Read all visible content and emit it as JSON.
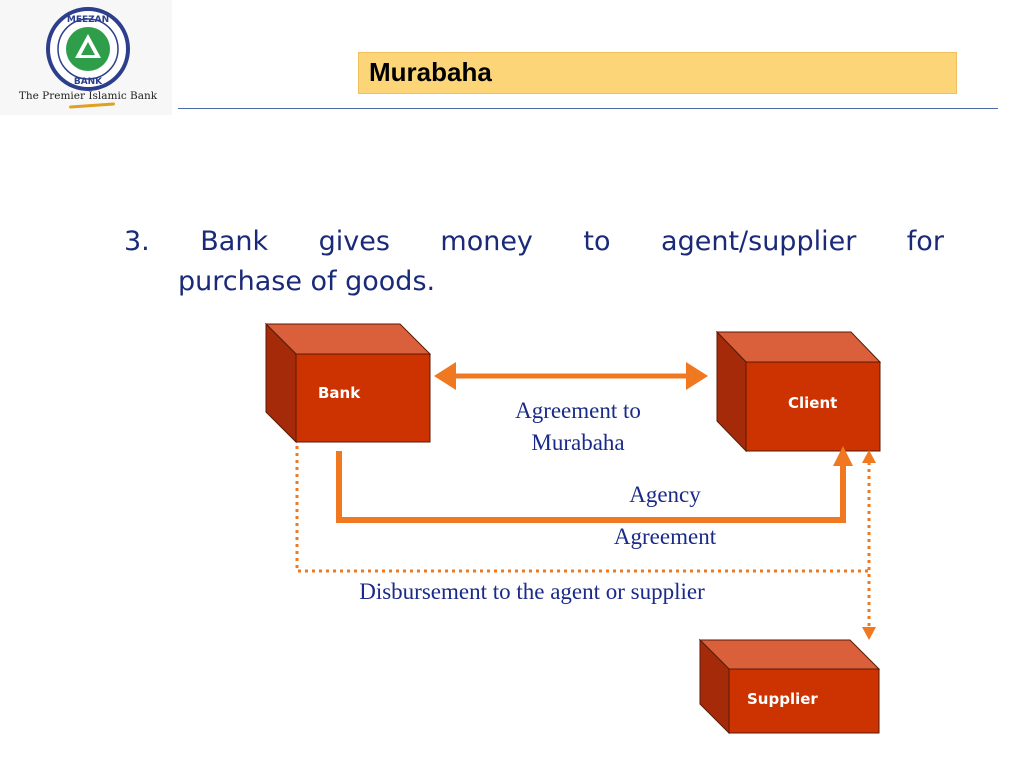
{
  "header": {
    "logo_text_top": "MEEZAN",
    "logo_text_bottom": "BANK",
    "tagline": "The Premier Islamic Bank",
    "title": "Murabaha"
  },
  "bullet": {
    "number": "3.",
    "words": [
      "Bank",
      "gives",
      "money",
      "to",
      "agent/supplier",
      "for"
    ],
    "line2": "purchase of goods."
  },
  "diagram": {
    "boxes": {
      "bank": "Bank",
      "client": "Client",
      "supplier": "Supplier"
    },
    "labels": {
      "agreement_line1": "Agreement to",
      "agreement_line2": "Murabaha",
      "agency_line1": "Agency",
      "agency_line2": "Agreement",
      "disbursement": "Disbursement to the agent or supplier"
    },
    "colors": {
      "box_front": "#cc3300",
      "box_top": "#d9603a",
      "box_side": "#a52a0a",
      "arrow": "#f07820",
      "dotted": "#f07820",
      "text": "#1a2a8a"
    }
  }
}
